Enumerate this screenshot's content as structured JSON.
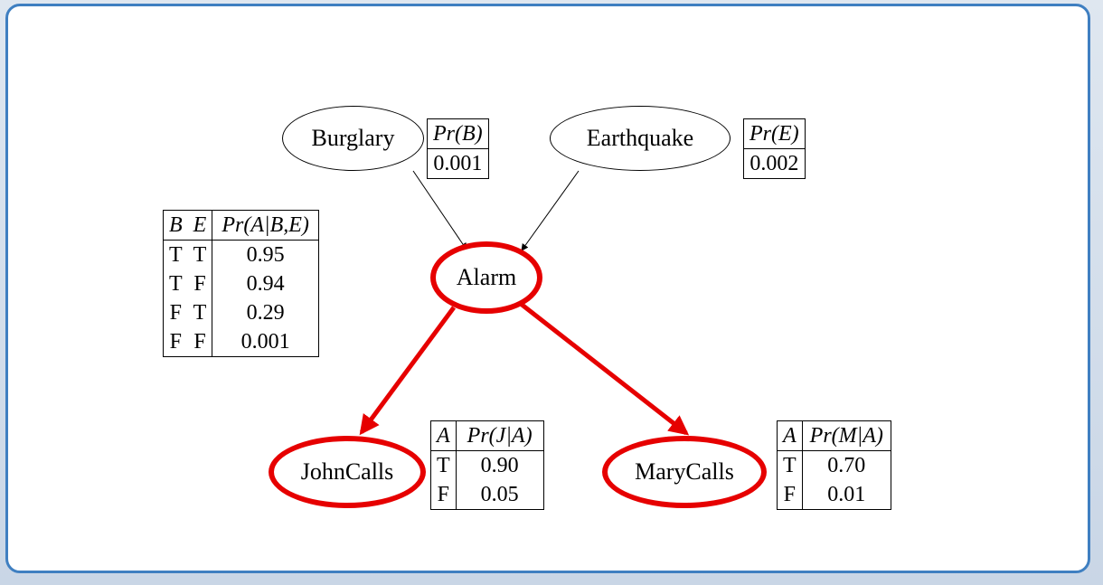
{
  "nodes": {
    "burglary": "Burglary",
    "earthquake": "Earthquake",
    "alarm": "Alarm",
    "johncalls": "JohnCalls",
    "marycalls": "MaryCalls"
  },
  "cpt_b": {
    "header": "Pr(B)",
    "value": "0.001"
  },
  "cpt_e": {
    "header": "Pr(E)",
    "value": "0.002"
  },
  "cpt_a": {
    "headers": [
      "B",
      "E",
      "Pr(A|B,E)"
    ],
    "rows": [
      [
        "T",
        "T",
        "0.95"
      ],
      [
        "T",
        "F",
        "0.94"
      ],
      [
        "F",
        "T",
        "0.29"
      ],
      [
        "F",
        "F",
        "0.001"
      ]
    ]
  },
  "cpt_j": {
    "headers": [
      "A",
      "Pr(J|A)"
    ],
    "rows": [
      [
        "T",
        "0.90"
      ],
      [
        "F",
        "0.05"
      ]
    ]
  },
  "cpt_m": {
    "headers": [
      "A",
      "Pr(M|A)"
    ],
    "rows": [
      [
        "T",
        "0.70"
      ],
      [
        "F",
        "0.01"
      ]
    ]
  },
  "colors": {
    "highlight": "#e60000",
    "frame": "#3f7fc1"
  }
}
